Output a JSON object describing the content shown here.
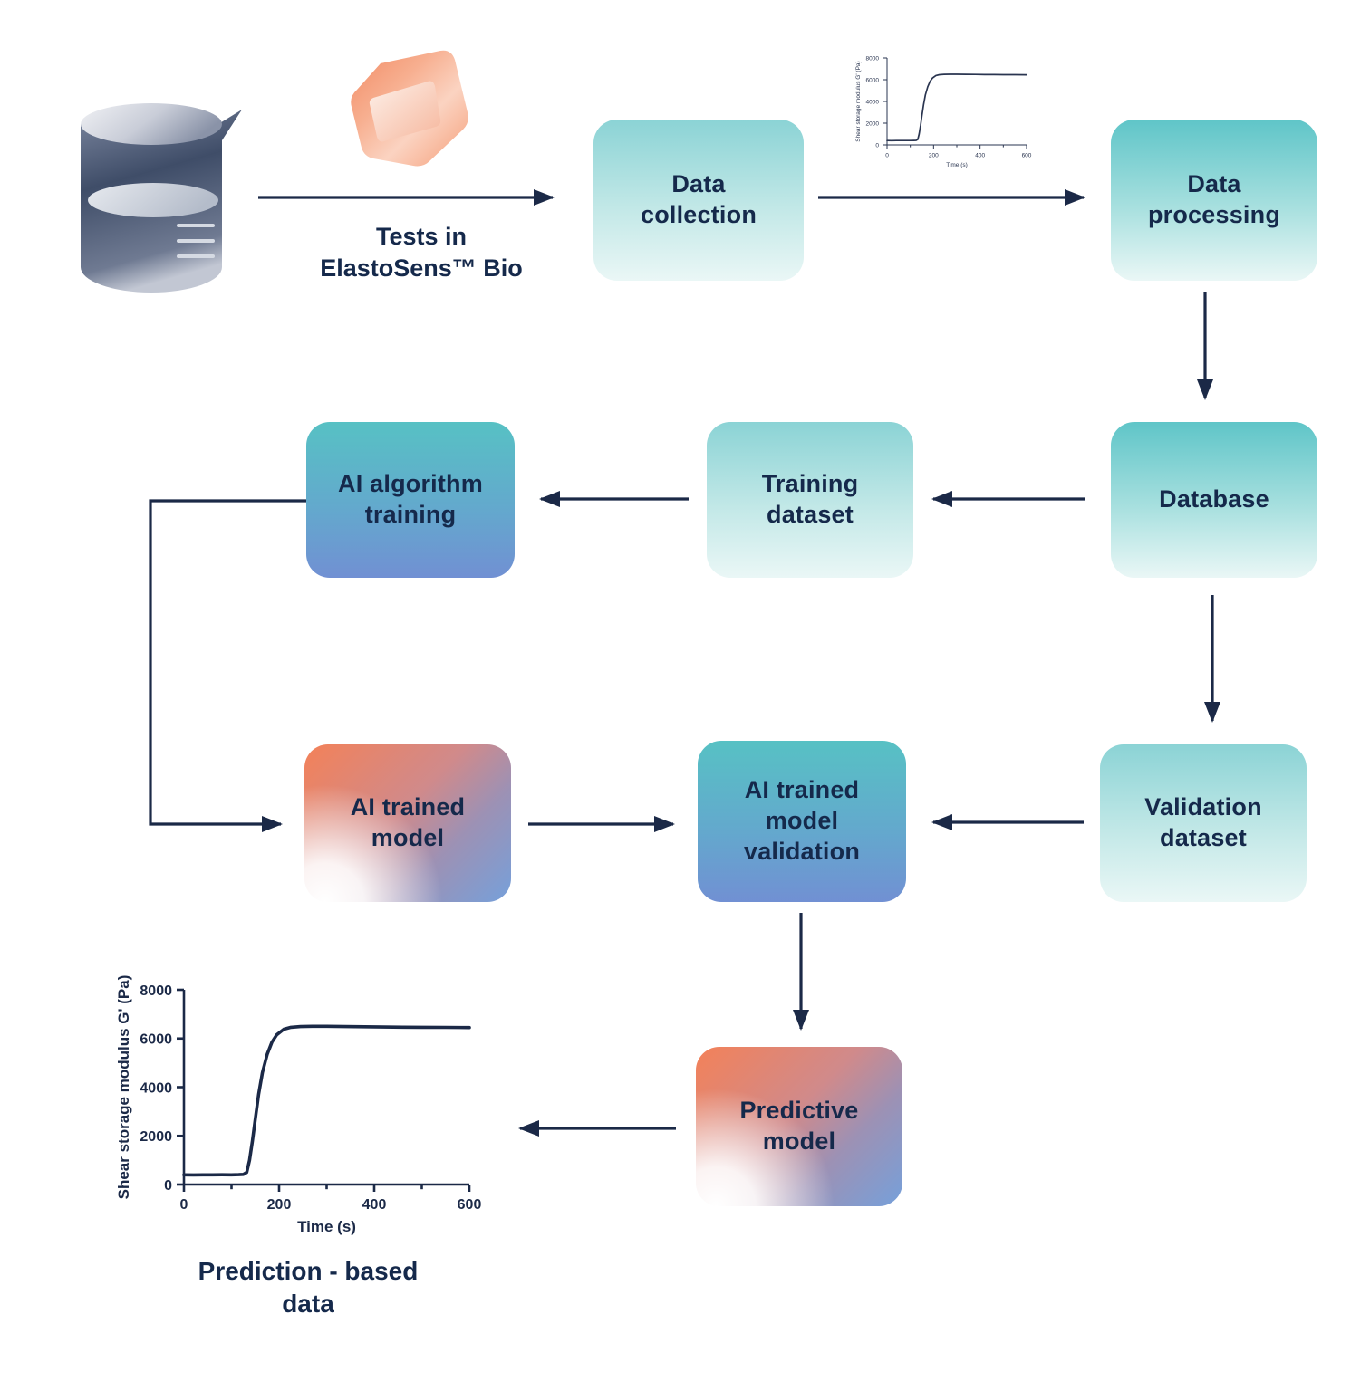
{
  "captions": {
    "tests_in": "Tests in\nElastoSens™ Bio",
    "prediction_based": "Prediction - based\ndata"
  },
  "boxes": {
    "data_collection": {
      "label": "Data\ncollection"
    },
    "data_processing": {
      "label": "Data\nprocessing"
    },
    "ai_algorithm_training": {
      "label": "AI algorithm\ntraining"
    },
    "training_dataset": {
      "label": "Training\ndataset"
    },
    "database": {
      "label": "Database"
    },
    "ai_trained_model": {
      "label": "AI trained\nmodel"
    },
    "ai_trained_model_validation": {
      "label": "AI trained\nmodel\nvalidation"
    },
    "validation_dataset": {
      "label": "Validation\ndataset"
    },
    "predictive_model": {
      "label": "Predictive\nmodel"
    }
  },
  "icons": {
    "beaker": "sample-beaker-icon",
    "device": "elastosens-bio-device-icon"
  },
  "colors": {
    "navy": "#1b2947",
    "teal_strong": "#5fc5c8",
    "teal_light": "#8bd3d5",
    "teal_fade": "#eaf7f6",
    "blue": "#7190d3",
    "orange": "#f0825d"
  },
  "chart_data": {
    "type": "line",
    "title": "",
    "xlabel": "Time (s)",
    "ylabel": "Shear storage modulus G' (Pa)",
    "xlim": [
      0,
      600
    ],
    "ylim": [
      0,
      8000
    ],
    "xticks": [
      0,
      200,
      400,
      600
    ],
    "xminor": [
      100,
      300,
      500
    ],
    "yticks": [
      0,
      2000,
      4000,
      6000,
      8000
    ],
    "grid": false,
    "legend": "none",
    "instances": [
      "mini chart above data-processing arrow",
      "large prediction chart bottom-left"
    ],
    "series": [
      {
        "name": "Shear storage modulus G'",
        "x": [
          0,
          20,
          40,
          60,
          80,
          100,
          115,
          125,
          132,
          138,
          144,
          150,
          157,
          165,
          175,
          185,
          195,
          210,
          225,
          245,
          270,
          300,
          340,
          380,
          420,
          460,
          500,
          550,
          600
        ],
        "y": [
          400,
          395,
          400,
          398,
          403,
          400,
          405,
          415,
          500,
          1000,
          1800,
          2700,
          3700,
          4600,
          5350,
          5850,
          6150,
          6380,
          6460,
          6490,
          6500,
          6500,
          6490,
          6480,
          6470,
          6465,
          6460,
          6455,
          6450
        ]
      }
    ]
  }
}
